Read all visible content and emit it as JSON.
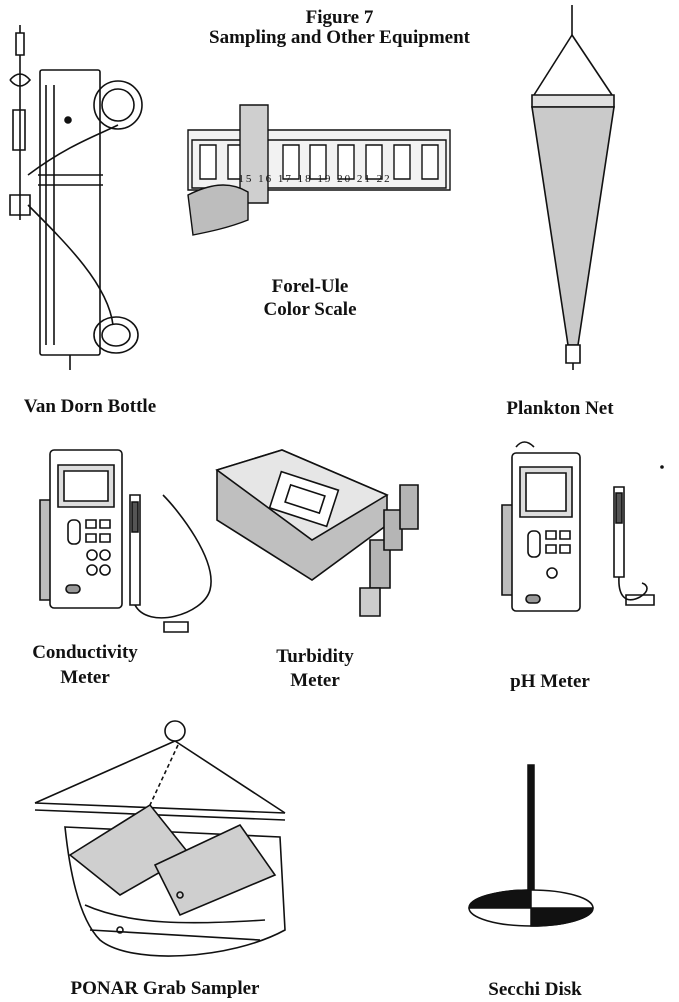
{
  "figure": {
    "number": "Figure 7",
    "title": "Sampling and Other Equipment"
  },
  "items": {
    "van_dorn": {
      "label": "Van Dorn Bottle"
    },
    "forel_ule": {
      "line1": "Forel-Ule",
      "line2": "Color Scale",
      "scale_numbers": "15 16 17 18 19 20 21 22"
    },
    "plankton_net": {
      "label": "Plankton Net"
    },
    "conductivity": {
      "line1": "Conductivity",
      "line2": "Meter"
    },
    "turbidity": {
      "line1": "Turbidity",
      "line2": "Meter"
    },
    "ph_meter": {
      "label": "pH Meter"
    },
    "ponar": {
      "label": "PONAR Grab Sampler"
    },
    "secchi": {
      "label": "Secchi Disk"
    }
  }
}
